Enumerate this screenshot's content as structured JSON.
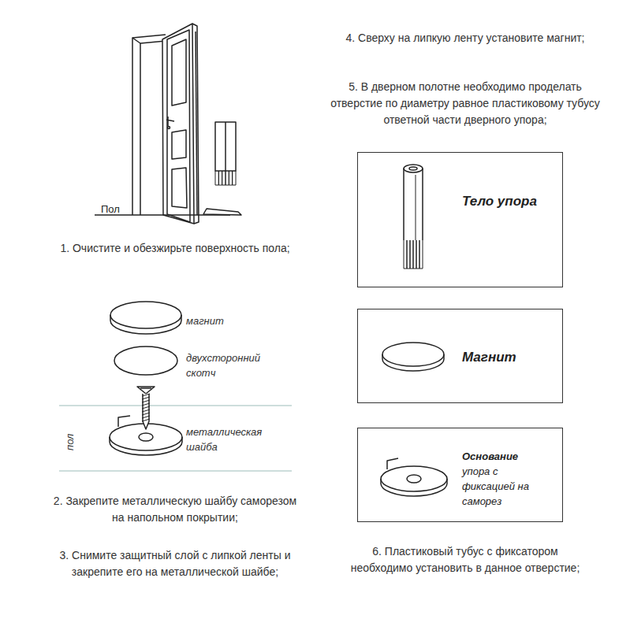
{
  "diagram": {
    "nodes": [
      {
        "text": [
          "Тело упора"
        ]
      },
      {
        "text": [
          "Магнит"
        ]
      },
      {
        "text": [
          "Основание",
          "упора с фиксацией на саморез"
        ]
      }
    ],
    "labels": [
      "Пол",
      "1. Очистите и обезжирьте поверхность пола;",
      "магнит",
      "двухсторонний скотч",
      "пол",
      "металлическая шайба",
      "2. Закрепите металлическую шайбу саморезом на напольном покрытии;",
      "3. Снимите защитный слой с липкой ленты и закрепите его на металлической шайбе;",
      "4. Сверху на липкую ленту установите магнит;",
      "5. В дверном полотне необходимо проделать отверстие по диаметру равное пластиковому тубусу ответной части дверного упора;",
      "6. Пластиковый тубус с фиксатором необходимо установить в данное отверстие;"
    ]
  }
}
